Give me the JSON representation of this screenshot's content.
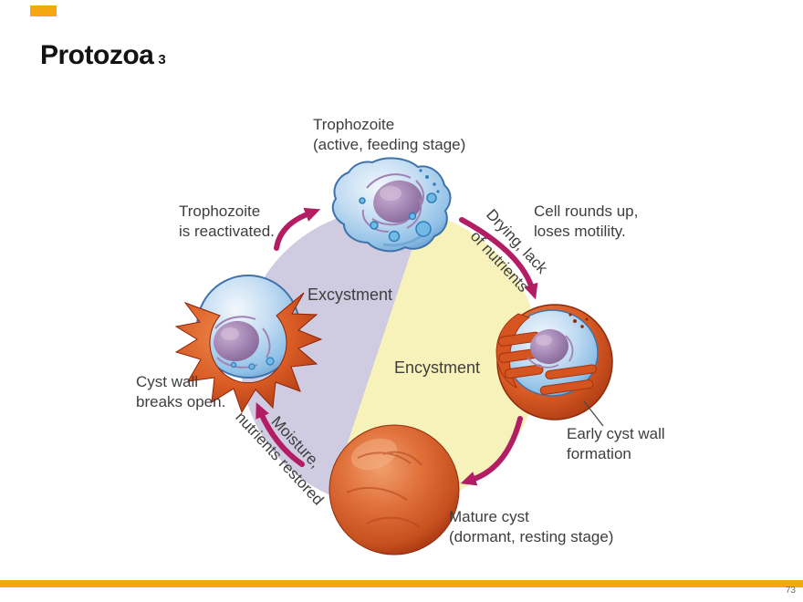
{
  "slide": {
    "title": "Protozoa",
    "title_index": "3",
    "page_number": "73"
  },
  "colors": {
    "accent": "#F3A811",
    "excystment_fill": "#cfcbe0",
    "encystment_fill": "#f7f2ba",
    "arrow": "#b21d64",
    "label_text": "#3e3e3e"
  },
  "diagram": {
    "stage_labels": {
      "trophozoite": {
        "line1": "Trophozoite",
        "line2": "(active, feeding stage)"
      },
      "cell_rounds": {
        "line1": "Cell rounds up,",
        "line2": "loses motility."
      },
      "reactivated": {
        "line1": "Trophozoite",
        "line2": "is reactivated."
      },
      "cyst_wall_breaks": {
        "line1": "Cyst wall",
        "line2": "breaks open."
      },
      "early_cyst_wall": {
        "line1": "Early cyst wall",
        "line2": "formation"
      },
      "mature_cyst": {
        "line1": "Mature cyst",
        "line2": "(dormant, resting stage)"
      }
    },
    "process_labels": {
      "excystment": "Excystment",
      "encystment": "Encystment",
      "drying": {
        "line1": "Drying, lack",
        "line2": "of nutrients"
      },
      "moisture": {
        "line1": "Moisture,",
        "line2": "nutrients restored"
      }
    }
  }
}
